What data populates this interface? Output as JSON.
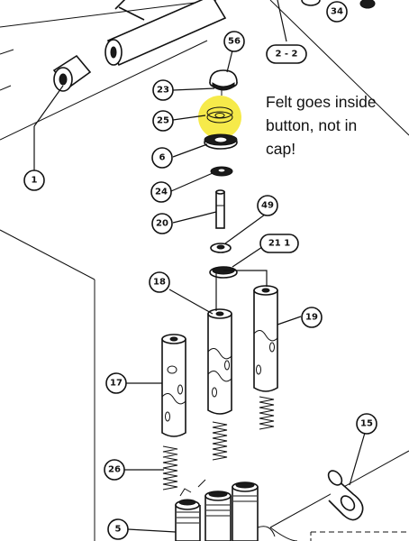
{
  "note": {
    "lines": [
      "Felt goes inside",
      "button, not in",
      "cap!"
    ]
  },
  "highlight": {
    "color": "#f5e62a",
    "part": "25"
  },
  "callouts": {
    "c56": "56",
    "c34": "34",
    "c22": "2 - 2",
    "c23": "23",
    "c25": "25",
    "c6": "6",
    "c24": "24",
    "c20": "20",
    "c49": "49",
    "c211": "21  1",
    "c18": "18",
    "c19": "19",
    "c17": "17",
    "c1": "1",
    "c15": "15",
    "c26": "26",
    "c5": "5"
  }
}
